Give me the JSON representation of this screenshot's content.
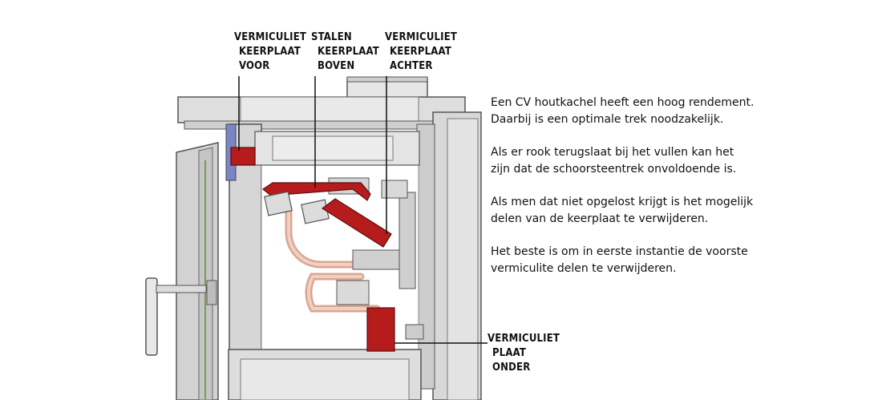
{
  "callouts": {
    "front_baffle": [
      "VERMICULIET",
      "KEERPLAAT",
      "VOOR"
    ],
    "steel_baffle": [
      "STALEN",
      "KEERPLAAT",
      "BOVEN"
    ],
    "rear_baffle": [
      "VERMICULIET",
      "KEERPLAAT",
      "ACHTER"
    ],
    "bottom_plate": [
      "VERMICULIET",
      "PLAAT",
      "ONDER"
    ]
  },
  "description": [
    "Een CV houtkachel heeft een hoog rendement. Daarbij is een optimale trek noodzakelijk.",
    "Als er rook terugslaat bij het vullen kan het zijn dat de schoorsteentrek onvoldoende is.",
    "Als men dat niet opgelost krijgt is het mogelijk delen van de keerplaat te verwijderen.",
    "Het beste is om in eerste instantie de voorste vermiculite delen te verwijderen."
  ],
  "colors": {
    "vermiculite": "#b71c1c",
    "steel": "#dcdcdc",
    "pipe": "#e8b8a4",
    "outline": "#555555"
  }
}
